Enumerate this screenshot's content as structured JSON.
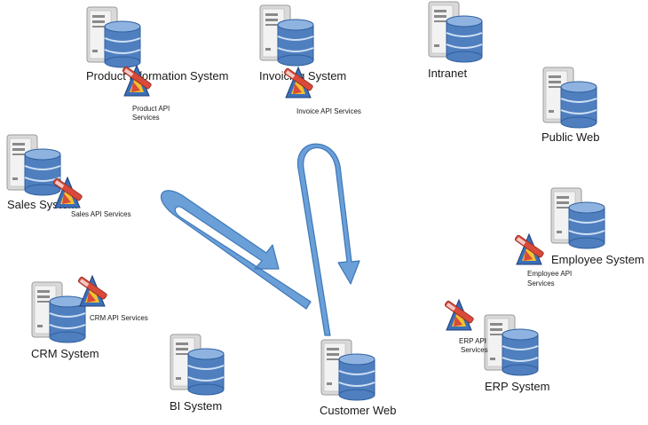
{
  "diagram": {
    "colors": {
      "arrow_fill": "#6a9fd8",
      "arrow_stroke": "#3f78b8",
      "server_body": "#d9d9d9",
      "server_front": "#f2f2f2",
      "database_fill": "#4f7fbf",
      "database_top": "#8fb3e0",
      "api_icon_red": "#d94a3a",
      "api_icon_blue": "#3c6fb8",
      "api_icon_yellow": "#f2c230"
    },
    "nodes": {
      "product_information_system": {
        "label": "Product Information System",
        "api": "Product API Services",
        "api_line1": "Product API",
        "api_line2": "Services"
      },
      "invoicing_system": {
        "label": "Invoicing System",
        "api": "Invoice API Services"
      },
      "intranet": {
        "label": "Intranet"
      },
      "public_web": {
        "label": "Public Web"
      },
      "sales_system": {
        "label": "Sales System",
        "api": "Sales API Services"
      },
      "employee_system": {
        "label": "Employee System",
        "api": "Employee API Services",
        "api_line1": "Employee API",
        "api_line2": "Services"
      },
      "crm_system": {
        "label": "CRM System",
        "api": "CRM API Services"
      },
      "bi_system": {
        "label": "BI System"
      },
      "customer_web": {
        "label": "Customer Web"
      },
      "erp_system": {
        "label": "ERP System",
        "api": "ERP API Services",
        "api_line1": "ERP API",
        "api_line2": "Services"
      }
    }
  }
}
